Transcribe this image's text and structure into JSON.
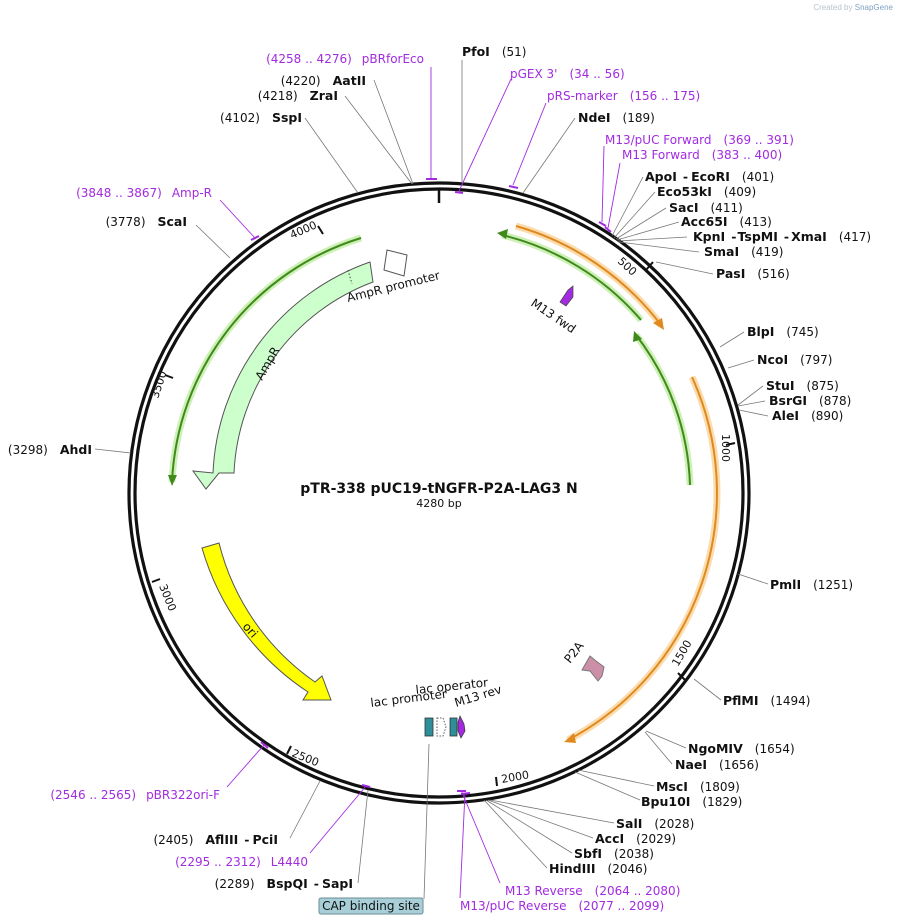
{
  "watermark": {
    "created_by": "Created by",
    "brand": "SnapGene"
  },
  "plasmid": {
    "name": "pTR-338 pUC19-tNGFR-P2A-LAG3 N",
    "length_label": "4280 bp",
    "length": 4280
  },
  "ticks": [
    "500",
    "1000",
    "1500",
    "2000",
    "2500",
    "3000",
    "3500",
    "4000"
  ],
  "features": [
    {
      "name": "AmpR promoter",
      "start": 4000,
      "end": 4100,
      "strand": -1,
      "color": "#ffffff"
    },
    {
      "name": "AmpR",
      "start": 3280,
      "end": 3980,
      "strand": -1,
      "color": "#ccffcc"
    },
    {
      "name": "ori",
      "start": 2410,
      "end": 2990,
      "strand": -1,
      "color": "#ffff00"
    },
    {
      "name": "P2A",
      "start": 1420,
      "end": 1480,
      "strand": 1,
      "color": "#cc8fa8"
    },
    {
      "name": "lac promoter",
      "start": 2228,
      "end": 2260,
      "strand": -1,
      "color": "#2e8e99"
    },
    {
      "name": "lac operator",
      "start": 2205,
      "end": 2225,
      "strand": 0,
      "color": "#ffffff"
    },
    {
      "name": "M13 rev",
      "start": 2180,
      "end": 2196,
      "strand": -1,
      "color": "#a22be0"
    },
    {
      "name": "M13 fwd",
      "start": 395,
      "end": 412,
      "strand": 1,
      "color": "#a22be0"
    },
    {
      "name": "CAP binding site",
      "start": 2265,
      "end": 2285,
      "strand": 0,
      "color": "#a8cfd8"
    }
  ],
  "sites": [
    {
      "name": "PfoI",
      "pos": "(51)"
    },
    {
      "name": "NdeI",
      "pos": "(189)"
    },
    {
      "name": "ApoI",
      "sep": "-",
      "name2": "EcoRI",
      "pos": "(401)"
    },
    {
      "name": "Eco53kI",
      "pos": "(409)"
    },
    {
      "name": "SacI",
      "pos": "(411)"
    },
    {
      "name": "Acc65I",
      "pos": "(413)"
    },
    {
      "name": "KpnI",
      "sep": "-",
      "name2": "TspMI",
      "sep2": "-",
      "name3": "XmaI",
      "pos": "(417)"
    },
    {
      "name": "SmaI",
      "pos": "(419)"
    },
    {
      "name": "PasI",
      "pos": "(516)"
    },
    {
      "name": "BlpI",
      "pos": "(745)"
    },
    {
      "name": "NcoI",
      "pos": "(797)"
    },
    {
      "name": "StuI",
      "pos": "(875)"
    },
    {
      "name": "BsrGI",
      "pos": "(878)"
    },
    {
      "name": "AleI",
      "pos": "(890)"
    },
    {
      "name": "PmlI",
      "pos": "(1251)"
    },
    {
      "name": "PflMI",
      "pos": "(1494)"
    },
    {
      "name": "NgoMIV",
      "pos": "(1654)"
    },
    {
      "name": "NaeI",
      "pos": "(1656)"
    },
    {
      "name": "MscI",
      "pos": "(1809)"
    },
    {
      "name": "Bpu10I",
      "pos": "(1829)"
    },
    {
      "name": "SalI",
      "pos": "(2028)"
    },
    {
      "name": "AccI",
      "pos": "(2029)"
    },
    {
      "name": "SbfI",
      "pos": "(2038)"
    },
    {
      "name": "HindIII",
      "pos": "(2046)"
    },
    {
      "name": "AflIII",
      "sep": "-",
      "name2": "PciI",
      "pos": "(2405)"
    },
    {
      "name": "BspQI",
      "sep": "-",
      "name2": "SapI",
      "pos": "(2289)"
    },
    {
      "name": "AhdI",
      "pos": "(3298)"
    },
    {
      "name": "ScaI",
      "pos": "(3778)"
    },
    {
      "name": "SspI",
      "pos": "(4102)"
    },
    {
      "name": "ZraI",
      "pos": "(4218)"
    },
    {
      "name": "AatII",
      "pos": "(4220)"
    }
  ],
  "primers": [
    {
      "name": "pBRforEco",
      "range": "(4258 .. 4276)"
    },
    {
      "name": "pGEX 3'",
      "range": "(34 .. 56)"
    },
    {
      "name": "pRS-marker",
      "range": "(156 .. 175)"
    },
    {
      "name": "M13/pUC Forward",
      "range": "(369 .. 391)"
    },
    {
      "name": "M13 Forward",
      "range": "(383 .. 400)"
    },
    {
      "name": "Amp-R",
      "range": "(3848 .. 3867)"
    },
    {
      "name": "pBR322ori-F",
      "range": "(2546 .. 2565)"
    },
    {
      "name": "L4440",
      "range": "(2295 .. 2312)"
    },
    {
      "name": "M13 Reverse",
      "range": "(2064 .. 2080)"
    },
    {
      "name": "M13/pUC Reverse",
      "range": "(2077 .. 2099)"
    }
  ],
  "colors": {
    "backbone": "#111111",
    "primer": "#a22be0",
    "orf": "#f2a33a",
    "orf_glow": "#fbdcae",
    "green": "#5fae2e",
    "green_glow": "#cdf0b6"
  }
}
